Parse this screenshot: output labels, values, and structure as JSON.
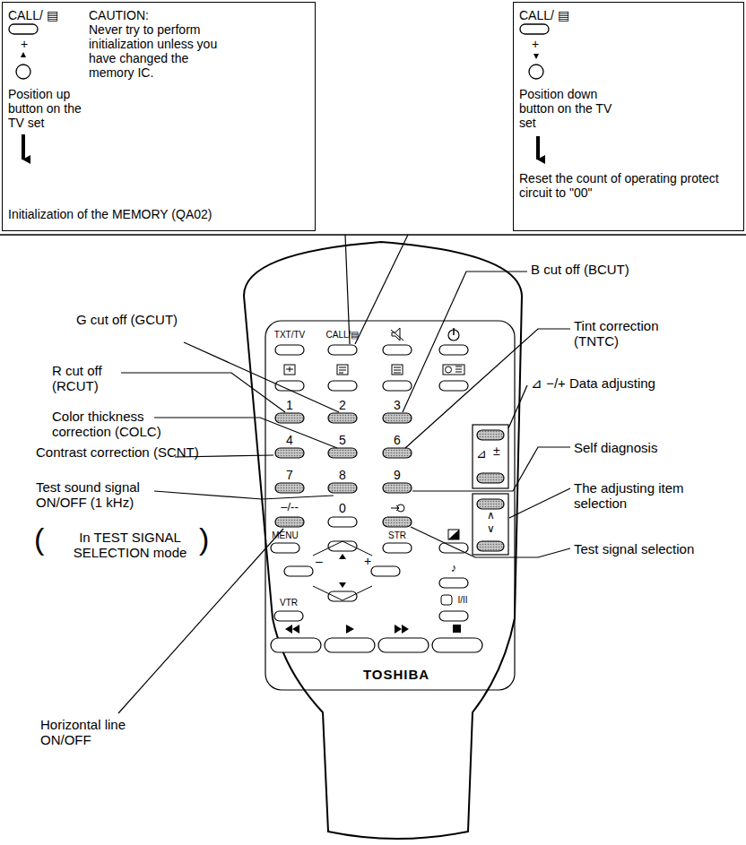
{
  "diagram": {
    "nodes": [
      {
        "text": [
          "CALL/ ▤",
          "+",
          "Position up button on the TV set",
          "Initialization of the MEMORY (QA02)",
          "CAUTION:",
          "Never try to perform initialization unless you have changed the memory IC."
        ]
      },
      {
        "text": [
          "CALL/ ▤",
          "+",
          "Position down button on the TV set",
          "Reset the count of operating protect circuit to \"00\""
        ]
      }
    ],
    "labels": [
      "G cut off (GCUT)",
      "R cut off (RCUT)",
      "Color thickness correction (COLC)",
      "Contrast correction (SCNT)",
      "Test sound signal ON/OFF (1 kHz)",
      "(",
      "In TEST SIGNAL SELECTION mode",
      ")",
      "Horizontal line ON/OFF",
      "B cut off (BCUT)",
      "Tint correction (TNTC)",
      "⊿ −/+ Data adjusting",
      "Self diagnosis",
      "The adjusting item selection",
      "Test signal selection",
      "TXT/TV",
      "CALL/▤",
      "1",
      "2",
      "3",
      "4",
      "5",
      "6",
      "7",
      "8",
      "9",
      "–/--",
      "0",
      "MENU",
      "STR",
      "–",
      "+",
      "VTR",
      "I/II",
      "♪",
      "TOSHIBA",
      "⊿",
      "±",
      "∧",
      "∨"
    ]
  }
}
